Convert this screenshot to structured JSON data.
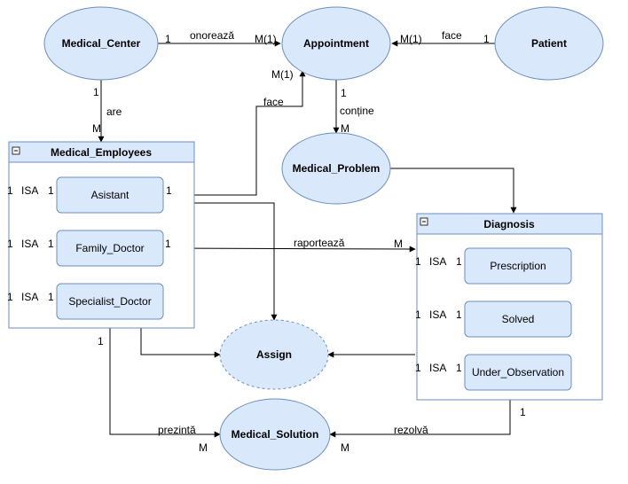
{
  "colors": {
    "fill": "#dae8fc",
    "stroke": "#6c8ebf",
    "line": "#000000",
    "dashed_stroke": "#6c8ebf"
  },
  "entities": {
    "medical_center": "Medical_Center",
    "appointment": "Appointment",
    "patient": "Patient",
    "medical_problem": "Medical_Problem",
    "assign": "Assign",
    "medical_solution": "Medical_Solution"
  },
  "containers": {
    "medical_employees": {
      "title": "Medical_Employees",
      "collapse_icon": "minus-icon",
      "items": [
        "Asistant",
        "Family_Doctor",
        "Specialist_Doctor"
      ]
    },
    "diagnosis": {
      "title": "Diagnosis",
      "collapse_icon": "minus-icon",
      "items": [
        "Prescription",
        "Solved",
        "Under_Observation"
      ]
    }
  },
  "edges": {
    "onoreaza": {
      "label": "onorează",
      "from_card": "1",
      "to_card": "M(1)"
    },
    "patient_face": {
      "label": "face",
      "from_card": "1",
      "to_card": "M(1)"
    },
    "are": {
      "label": "are",
      "from_card": "1",
      "to_card": "M"
    },
    "asistant_face": {
      "label": "face",
      "from_card": "1",
      "to_card": "M(1)"
    },
    "contine": {
      "label": "conține",
      "from_card": "1",
      "to_card": "M"
    },
    "raporteaza": {
      "label": "raportează",
      "from_card": "1",
      "to_card": "M"
    },
    "prezinta": {
      "label": "prezintă",
      "from_card": "1",
      "to_card": "M"
    },
    "rezolva": {
      "label": "rezolvă",
      "from_card": "1",
      "to_card": "M"
    }
  },
  "isa": {
    "label": "ISA",
    "left_card": "1",
    "right_card": "1"
  }
}
